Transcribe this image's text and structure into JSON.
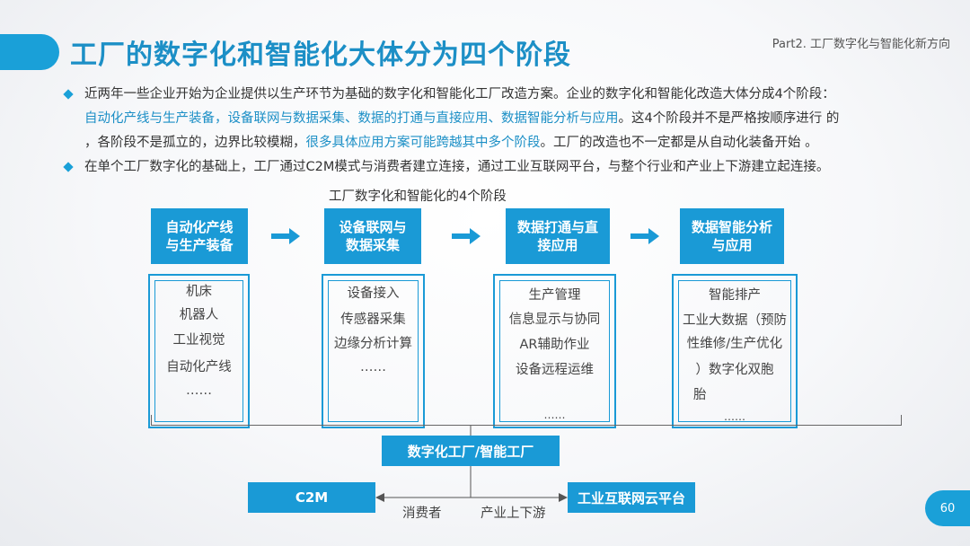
{
  "header": {
    "title": "工厂的数字化和智能化大体分为四个阶段",
    "part": "Part2. 工厂数字化与智能化新方向"
  },
  "bullets": {
    "b1_line1": "近两年一些企业开始为企业提供以生产环节为基础的数字化和智能化工厂改造方案。企业的数字化和智能化改造大体分成4个阶段：",
    "b1_line2_hl": "自动化产线与生产装备，设备联网与数据采集、数据的打通与直接应用、数据智能分析与应用",
    "b1_line2_rest": "。这4个阶段并不是严格按顺序进行 的",
    "b1_line3_a": "，各阶段不是孤立的，边界比较模糊，",
    "b1_line3_hl": "很多具体应用方案可能跨越其中多个阶段",
    "b1_line3_b": "。工厂的改造也不一定都是从自动化装备开始 。",
    "b2": "在单个工厂数字化的基础上，工厂通过C2M模式与消费者建立连接，通过工业互联网平台，与整个行业和产业上下游建立起连接。"
  },
  "diagram": {
    "title": "工厂数字化和智能化的4个阶段",
    "stages": [
      {
        "line1": "自动化产线",
        "line2": "与生产装备",
        "items": [
          "机床",
          "机器人",
          "工业视觉",
          "自动化产线",
          "……"
        ]
      },
      {
        "line1": "设备联网与",
        "line2": "数据采集",
        "items": [
          "设备接入",
          "传感器采集",
          "边缘分析计算",
          "……"
        ]
      },
      {
        "line1": "数据打通与直",
        "line2": "接应用",
        "items": [
          "生产管理",
          "信息显示与协同",
          "AR辅助作业",
          "设备远程运维",
          "……"
        ]
      },
      {
        "line1": "数据智能分析",
        "line2": "与应用",
        "items": [
          "智能排产",
          "工业大数据（预防",
          "性维修/生产优化",
          "）数字化双胞",
          "胎",
          "……"
        ]
      }
    ],
    "hub": "数字化工厂/智能工厂",
    "left_box": "C2M",
    "right_box": "工业互联网云平台",
    "left_label": "消费者",
    "right_label": "产业上下游"
  },
  "footer": {
    "page": "60"
  },
  "colors": {
    "accent": "#1a9ad6",
    "title": "#1c8fc6"
  }
}
